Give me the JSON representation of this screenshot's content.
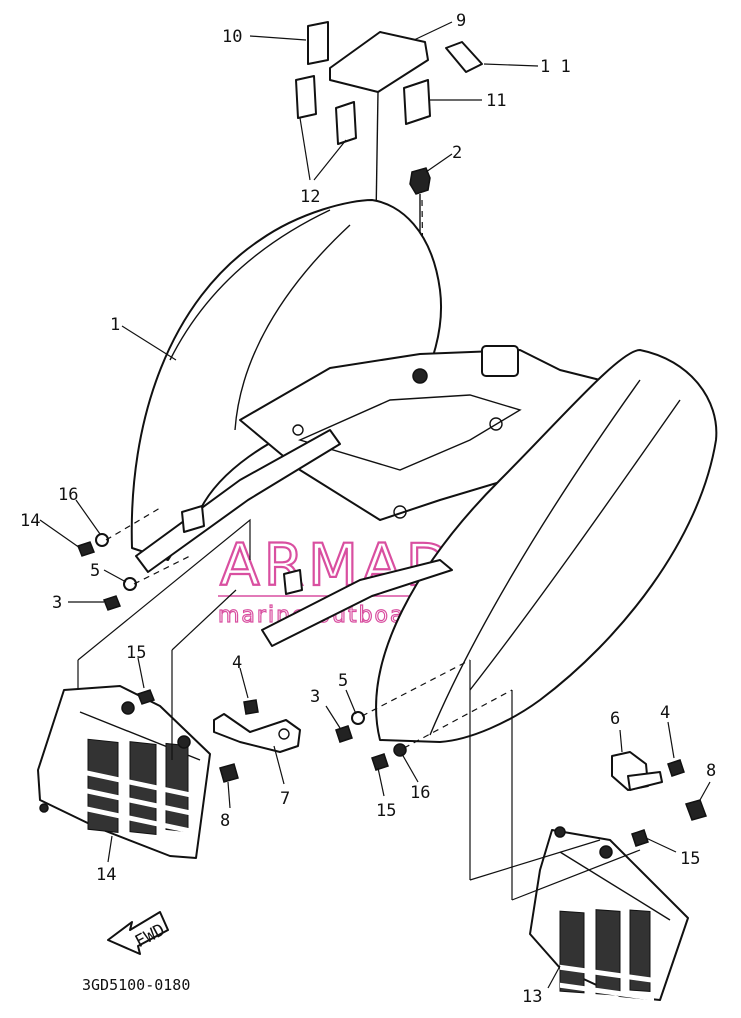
{
  "diagram": {
    "part_code": "3GD5100-0180",
    "fwd_label": "FWD",
    "watermark": {
      "brand": "ARMADA",
      "tagline": "marine outboards",
      "color": "#d94fa0"
    },
    "callouts": [
      {
        "id": "1",
        "label": "1"
      },
      {
        "id": "2",
        "label": "2"
      },
      {
        "id": "3a",
        "label": "3"
      },
      {
        "id": "3b",
        "label": "3"
      },
      {
        "id": "4a",
        "label": "4"
      },
      {
        "id": "4b",
        "label": "4"
      },
      {
        "id": "5a",
        "label": "5"
      },
      {
        "id": "5b",
        "label": "5"
      },
      {
        "id": "6",
        "label": "6"
      },
      {
        "id": "7",
        "label": "7"
      },
      {
        "id": "8a",
        "label": "8"
      },
      {
        "id": "8b",
        "label": "8"
      },
      {
        "id": "9",
        "label": "9"
      },
      {
        "id": "10a",
        "label": "10"
      },
      {
        "id": "10b",
        "label": "10"
      },
      {
        "id": "11a",
        "label": "11"
      },
      {
        "id": "11b",
        "label": "1 1"
      },
      {
        "id": "12",
        "label": "12"
      },
      {
        "id": "13",
        "label": "13"
      },
      {
        "id": "14a",
        "label": "14"
      },
      {
        "id": "14b",
        "label": "14"
      },
      {
        "id": "15a",
        "label": "15"
      },
      {
        "id": "15b",
        "label": "15"
      },
      {
        "id": "16a",
        "label": "16"
      },
      {
        "id": "16b",
        "label": "16"
      }
    ]
  }
}
